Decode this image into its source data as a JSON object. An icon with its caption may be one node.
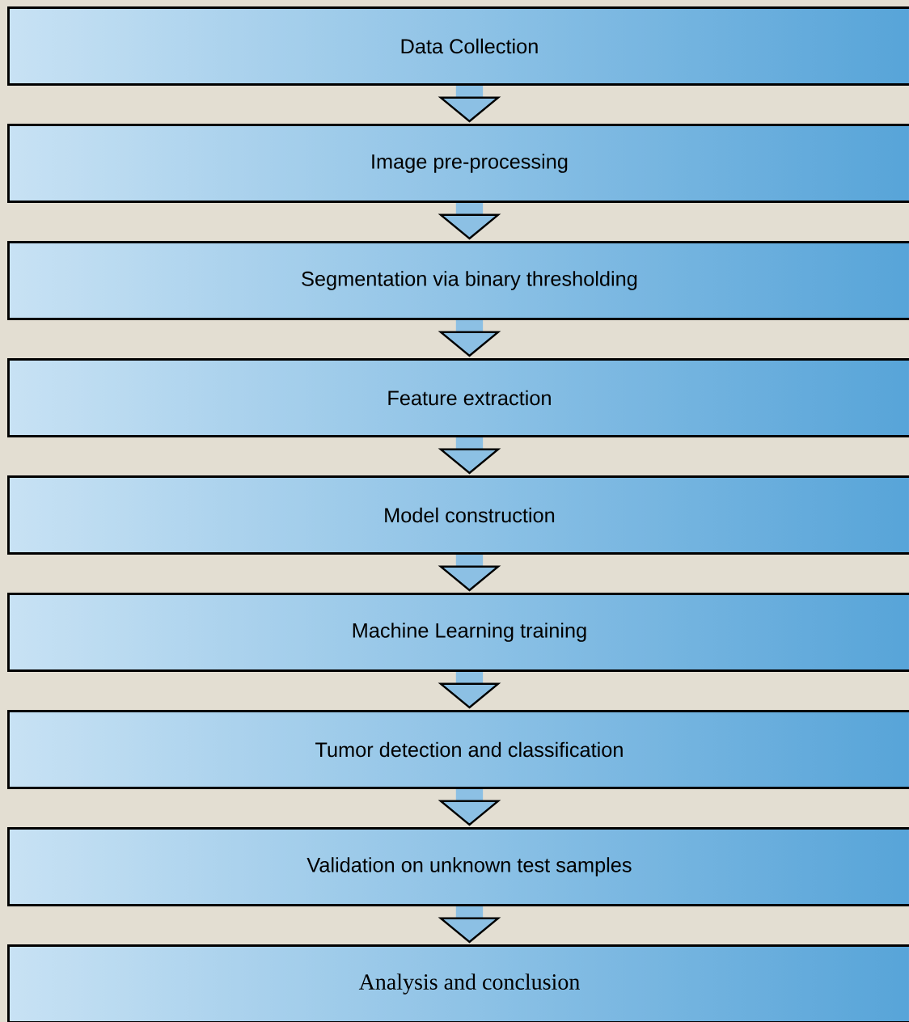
{
  "diagram": {
    "nodes": [
      {
        "text": [
          "Data Collection"
        ]
      },
      {
        "text": [
          "Image pre-processing"
        ]
      },
      {
        "text": [
          "Segmentation via binary thresholding"
        ]
      },
      {
        "text": [
          "Feature extraction"
        ]
      },
      {
        "text": [
          "Model construction"
        ]
      },
      {
        "text": [
          "Machine Learning training"
        ]
      },
      {
        "text": [
          "Tumor detection and classification"
        ]
      },
      {
        "text": [
          "Validation on unknown test samples"
        ]
      },
      {
        "text": [
          "Analysis and conclusion"
        ]
      }
    ],
    "edges": [
      {
        "from": 0,
        "to": 1,
        "arrow": "to"
      },
      {
        "from": 1,
        "to": 2,
        "arrow": "to"
      },
      {
        "from": 2,
        "to": 3,
        "arrow": "to"
      },
      {
        "from": 3,
        "to": 4,
        "arrow": "to"
      },
      {
        "from": 4,
        "to": 5,
        "arrow": "to"
      },
      {
        "from": 5,
        "to": 6,
        "arrow": "to"
      },
      {
        "from": 6,
        "to": 7,
        "arrow": "to"
      },
      {
        "from": 7,
        "to": 8,
        "arrow": "to"
      }
    ]
  }
}
